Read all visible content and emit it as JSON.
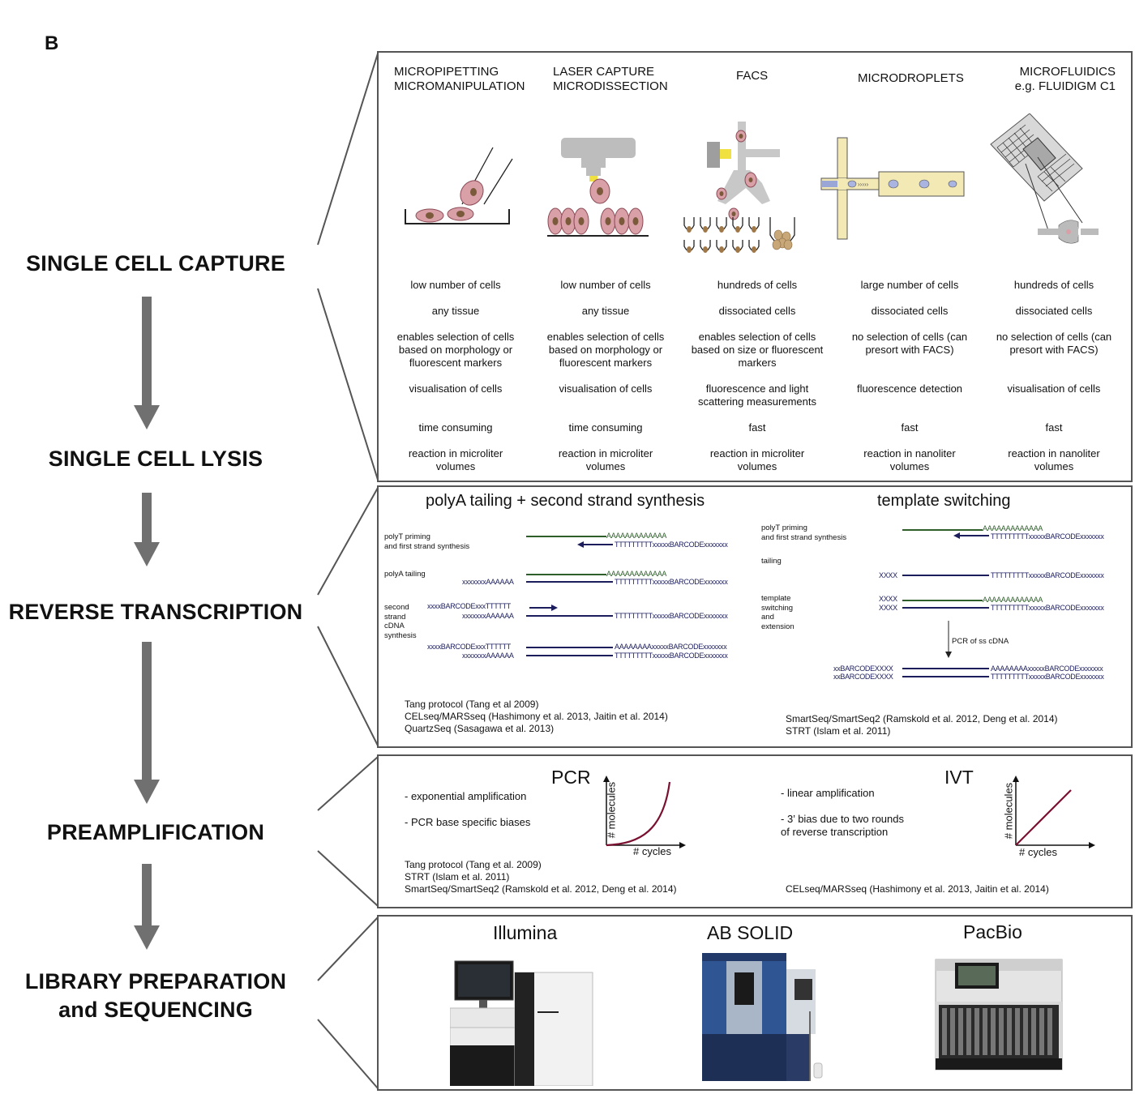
{
  "figure_letter": "B",
  "steps": [
    "SINGLE CELL CAPTURE",
    "SINGLE CELL LYSIS",
    "REVERSE TRANSCRIPTION",
    "PREAMPLIFICATION",
    "LIBRARY PREPARATION",
    "and SEQUENCING"
  ],
  "capture": {
    "columns": [
      {
        "title1": "MICROPIPETTING",
        "title2": "MICROMANIPULATION",
        "features": [
          "low number of cells",
          "any tissue",
          "enables selection of cells based on morphology or fluorescent markers",
          "visualisation of cells",
          "time consuming",
          "reaction in microliter volumes"
        ]
      },
      {
        "title1": "LASER CAPTURE",
        "title2": "MICRODISSECTION",
        "features": [
          "low number of cells",
          "any tissue",
          "enables selection of cells based on morphology or fluorescent markers",
          "visualisation of cells",
          "time consuming",
          "reaction in microliter volumes"
        ]
      },
      {
        "title1": "FACS",
        "title2": "",
        "features": [
          "hundreds of cells",
          "dissociated cells",
          "enables selection of cells based on size or fluorescent markers",
          "fluorescence and light scattering measurements",
          "fast",
          "reaction in microliter volumes"
        ]
      },
      {
        "title1": "MICRODROPLETS",
        "title2": "",
        "features": [
          "large number of cells",
          "dissociated cells",
          "no selection of cells (can presort with FACS)",
          "fluorescence detection",
          "fast",
          "reaction in nanoliter volumes"
        ]
      },
      {
        "title1": "MICROFLUIDICS",
        "title2": "e.g. FLUIDIGM C1",
        "features": [
          "hundreds of cells",
          "dissociated cells",
          "no selection of cells (can presort with FACS)",
          "visualisation of cells",
          "fast",
          "reaction in nanoliter volumes"
        ]
      }
    ]
  },
  "rt": {
    "left": {
      "title": "polyA tailing + second strand synthesis",
      "labels": [
        "polyT priming",
        "and first strand synthesis",
        "polyA tailing",
        "second",
        "strand",
        "cDNA",
        "synthesis"
      ],
      "seqs": {
        "polyA": "AAAAAAAAAAAAA",
        "barcode_right": "TTTTTTTTTxxxxxBARCODExxxxxxx",
        "xa": "xxxxxxxAAAAAA",
        "barcode_left": "xxxxBARCODExxxTTTTTT",
        "ax": "AAAAAAAAxxxxxBARCODExxxxxxx"
      },
      "refs": [
        "Tang protocol (Tang et al 2009)",
        "CELseq/MARSseq (Hashimony et al. 2013, Jaitin et al. 2014)",
        "QuartzSeq (Sasagawa et al. 2013)"
      ]
    },
    "right": {
      "title": "template switching",
      "labels": [
        "polyT priming",
        "and first strand synthesis",
        "tailing",
        "template",
        "switching",
        "and",
        "extension",
        "PCR of ss cDNA"
      ],
      "seqs": {
        "polyA": "AAAAAAAAAAAAA",
        "barcode_right": "TTTTTTTTTxxxxxBARCODExxxxxxx",
        "xxxx": "XXXX",
        "xxbarcode": "xxBARCODEXXXX",
        "ax": "AAAAAAAAxxxxxBARCODExxxxxxx"
      },
      "refs": [
        "SmartSeq/SmartSeq2 (Ramskold et al. 2012, Deng et al. 2014)",
        "STRT (Islam et al. 2011)"
      ]
    }
  },
  "preamp": {
    "pcr": {
      "title": "PCR",
      "points": [
        "- exponential amplification",
        "- PCR base specific biases"
      ],
      "refs": [
        "Tang protocol (Tang et al. 2009)",
        "STRT (Islam et al. 2011)",
        "SmartSeq/SmartSeq2 (Ramskold et al. 2012, Deng et al. 2014)"
      ],
      "xlabel": "# cycles",
      "ylabel": "# molecules"
    },
    "ivt": {
      "title": "IVT",
      "points": [
        "- linear amplification",
        "- 3’ bias due to two rounds",
        "of reverse transcription"
      ],
      "refs": [
        "CELseq/MARSseq (Hashimony et al. 2013, Jaitin et al. 2014)"
      ],
      "xlabel": "# cycles",
      "ylabel": "# molecules"
    }
  },
  "sequencing": {
    "platforms": [
      "Illumina",
      "AB SOLID",
      "PacBio"
    ]
  },
  "colors": {
    "arrow": "#707070",
    "strand_green": "#2e5e2a",
    "strand_navy": "#1b1d5c",
    "curve": "#7a1030",
    "cell": "#d9a0a8",
    "nucleus": "#7a5a3a",
    "chip": "#f3e9b5"
  }
}
